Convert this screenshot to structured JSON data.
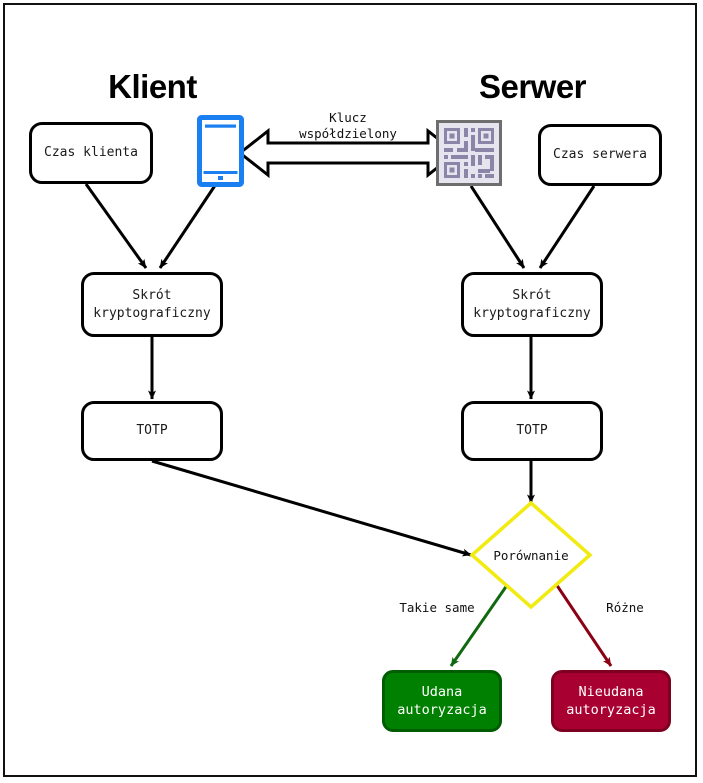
{
  "diagram": {
    "title_client": "Klient",
    "title_server": "Serwer",
    "background": "#ffffff",
    "frame_color": "#111111",
    "columns": [
      {
        "id": "client",
        "label": "Klient"
      },
      {
        "id": "server",
        "label": "Serwer"
      }
    ],
    "nodes": {
      "client_time": {
        "label": "Czas klienta",
        "shape": "rounded-rect",
        "fill": "#ffffff",
        "stroke": "#000000"
      },
      "client_phone": {
        "label": "phone-icon",
        "shape": "icon",
        "color": "#1a7ff0"
      },
      "server_qr": {
        "label": "qr-code-icon",
        "shape": "icon",
        "color": "#7d7d8f"
      },
      "server_time": {
        "label": "Czas serwera",
        "shape": "rounded-rect",
        "fill": "#ffffff",
        "stroke": "#000000"
      },
      "client_hash": {
        "label": "Skrót\nkryptograficzny",
        "shape": "rounded-rect",
        "fill": "#ffffff",
        "stroke": "#000000"
      },
      "server_hash": {
        "label": "Skrót\nkryptograficzny",
        "shape": "rounded-rect",
        "fill": "#ffffff",
        "stroke": "#000000"
      },
      "client_totp": {
        "label": "TOTP",
        "shape": "rounded-rect",
        "fill": "#ffffff",
        "stroke": "#000000"
      },
      "server_totp": {
        "label": "TOTP",
        "shape": "rounded-rect",
        "fill": "#ffffff",
        "stroke": "#000000"
      },
      "compare": {
        "label": "Porównanie",
        "shape": "diamond",
        "fill": "#ffffff",
        "stroke": "#f2eb12"
      },
      "success": {
        "label": "Udana\nautoryzacja",
        "shape": "rounded-rect",
        "fill": "#008000",
        "stroke": "#005c00"
      },
      "failure": {
        "label": "Nieudana\nautoryzacja",
        "shape": "rounded-rect",
        "fill": "#a80030",
        "stroke": "#7d0020"
      }
    },
    "edge_labels": {
      "shared_key": "Klucz\nwspółdzielony",
      "same": "Takie same",
      "different": "Różne"
    },
    "colors": {
      "arrow_black": "#000000",
      "arrow_green": "#106910",
      "arrow_red": "#8c0013",
      "diamond_yellow": "#f2eb12",
      "phone_blue": "#1a7ff0",
      "qr_gray": "#6e6e6e",
      "qr_pattern": "#8b86a8",
      "qr_bg": "#e6e4ee",
      "success_fill": "#008000",
      "failure_fill": "#a80030"
    }
  }
}
